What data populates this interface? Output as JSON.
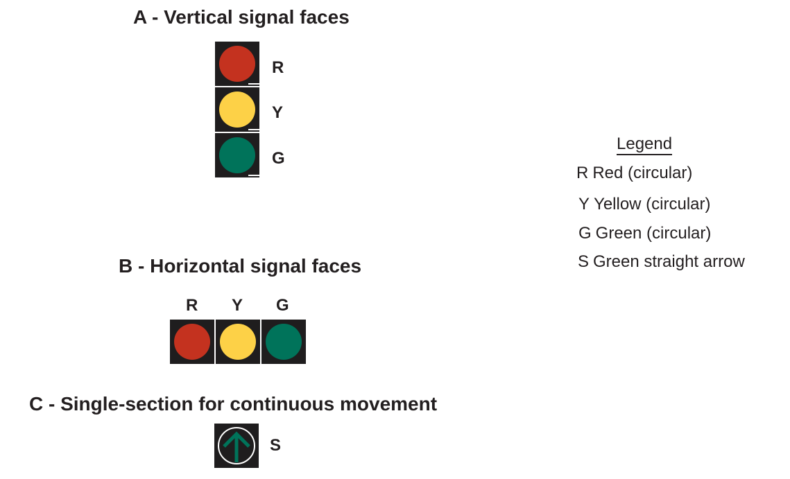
{
  "sections": {
    "a_title": "A - Vertical signal faces",
    "b_title": "B - Horizontal signal faces",
    "c_title": "C - Single-section for continuous movement"
  },
  "colors": {
    "red": "#c4321f",
    "yellow": "#fdd147",
    "green": "#00735a",
    "housing": "#1f1d1e"
  },
  "vertical": {
    "labels": [
      "R",
      "Y",
      "G"
    ]
  },
  "horizontal": {
    "labels": [
      "R",
      "Y",
      "G"
    ]
  },
  "single": {
    "label": "S",
    "icon": "green-straight-arrow-icon"
  },
  "legend": {
    "title": "Legend",
    "items": [
      {
        "key": "R",
        "text": "Red (circular)"
      },
      {
        "key": "Y",
        "text": "Yellow (circular)"
      },
      {
        "key": "G",
        "text": "Green (circular)"
      },
      {
        "key": "S",
        "text": "Green straight arrow"
      }
    ]
  }
}
